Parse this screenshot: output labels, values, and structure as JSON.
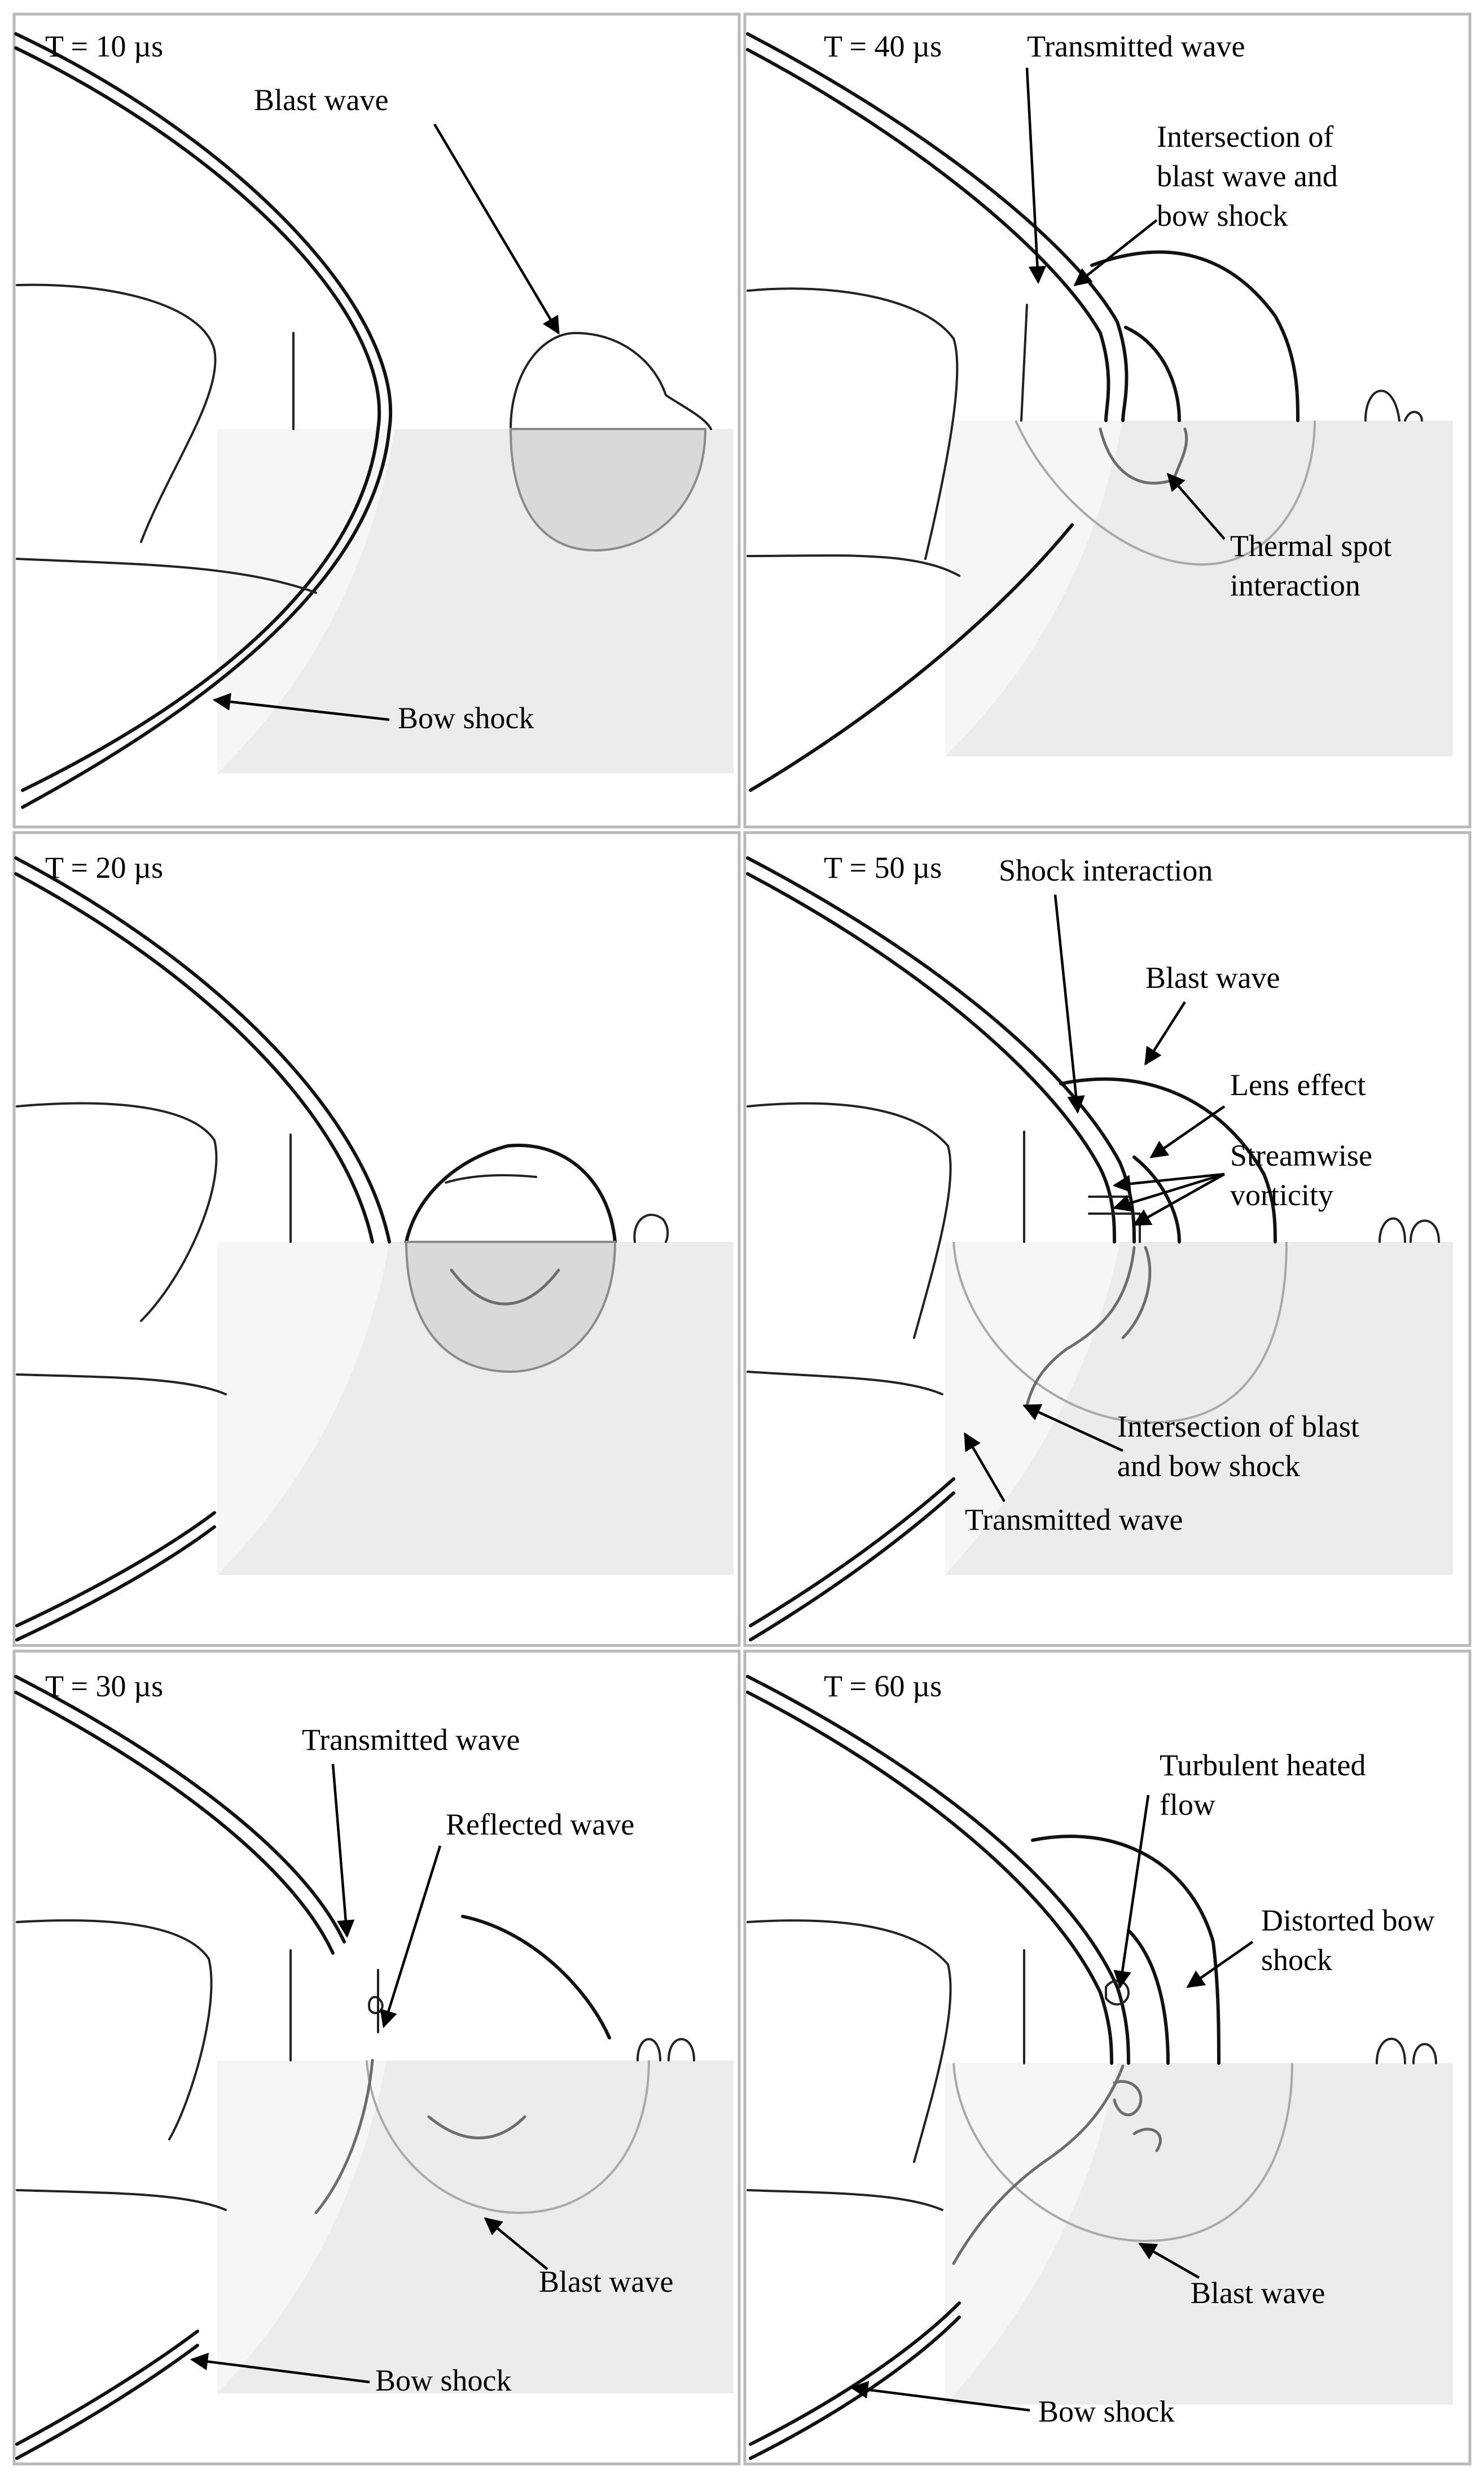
{
  "panels": [
    {
      "id": "t10",
      "time": "T = 10 µs",
      "annotations": [
        {
          "lines": [
            "Blast wave"
          ]
        },
        {
          "lines": [
            "Bow shock"
          ]
        }
      ]
    },
    {
      "id": "t40",
      "time": "T = 40 µs",
      "annotations": [
        {
          "lines": [
            "Transmitted wave"
          ]
        },
        {
          "lines": [
            "Intersection of",
            "blast wave and",
            "bow shock"
          ]
        },
        {
          "lines": [
            "Thermal spot",
            "interaction"
          ]
        }
      ]
    },
    {
      "id": "t20",
      "time": "T = 20 µs",
      "annotations": []
    },
    {
      "id": "t50",
      "time": "T = 50 µs",
      "annotations": [
        {
          "lines": [
            "Shock interaction"
          ]
        },
        {
          "lines": [
            "Blast wave"
          ]
        },
        {
          "lines": [
            "Lens effect"
          ]
        },
        {
          "lines": [
            "Streamwise",
            "vorticity"
          ]
        },
        {
          "lines": [
            "Intersection of blast",
            "and bow shock"
          ]
        },
        {
          "lines": [
            "Transmitted wave"
          ]
        }
      ]
    },
    {
      "id": "t30",
      "time": "T = 30 µs",
      "annotations": [
        {
          "lines": [
            "Transmitted wave"
          ]
        },
        {
          "lines": [
            "Reflected wave"
          ]
        },
        {
          "lines": [
            "Blast wave"
          ]
        },
        {
          "lines": [
            "Bow shock"
          ]
        }
      ]
    },
    {
      "id": "t60",
      "time": "T = 60 µs",
      "annotations": [
        {
          "lines": [
            "Turbulent heated",
            "flow"
          ]
        },
        {
          "lines": [
            "Distorted bow",
            "shock"
          ]
        },
        {
          "lines": [
            "Blast wave"
          ]
        },
        {
          "lines": [
            "Bow shock"
          ]
        }
      ]
    }
  ]
}
